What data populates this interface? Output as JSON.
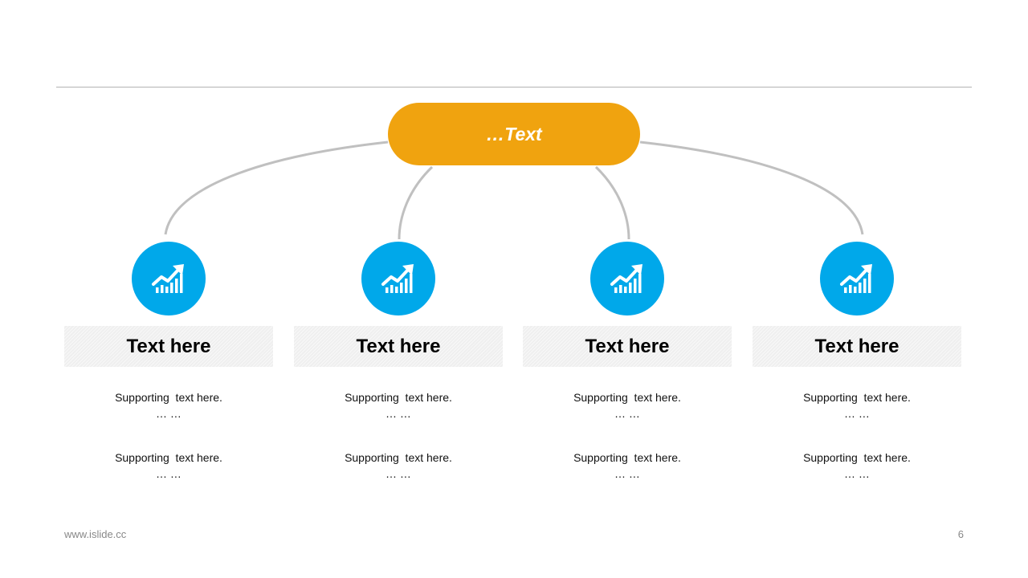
{
  "hub": {
    "label": "…Text"
  },
  "colors": {
    "hub": "#f0a30f",
    "icon_circle": "#00a8ea",
    "connector": "#c0c0c0"
  },
  "columns": [
    {
      "icon": "chart-growth-icon",
      "title": "Text here",
      "support": [
        {
          "line1": "Supporting  text here.",
          "line2": "… …"
        },
        {
          "line1": "Supporting  text here.",
          "line2": "… …"
        }
      ]
    },
    {
      "icon": "chart-growth-icon",
      "title": "Text here",
      "support": [
        {
          "line1": "Supporting  text here.",
          "line2": "… …"
        },
        {
          "line1": "Supporting  text here.",
          "line2": "… …"
        }
      ]
    },
    {
      "icon": "chart-growth-icon",
      "title": "Text here",
      "support": [
        {
          "line1": "Supporting  text here.",
          "line2": "… …"
        },
        {
          "line1": "Supporting  text here.",
          "line2": "… …"
        }
      ]
    },
    {
      "icon": "chart-growth-icon",
      "title": "Text here",
      "support": [
        {
          "line1": "Supporting  text here.",
          "line2": "… …"
        },
        {
          "line1": "Supporting  text here.",
          "line2": "… …"
        }
      ]
    }
  ],
  "footer": {
    "website": "www.islide.cc",
    "page_number": "6"
  }
}
